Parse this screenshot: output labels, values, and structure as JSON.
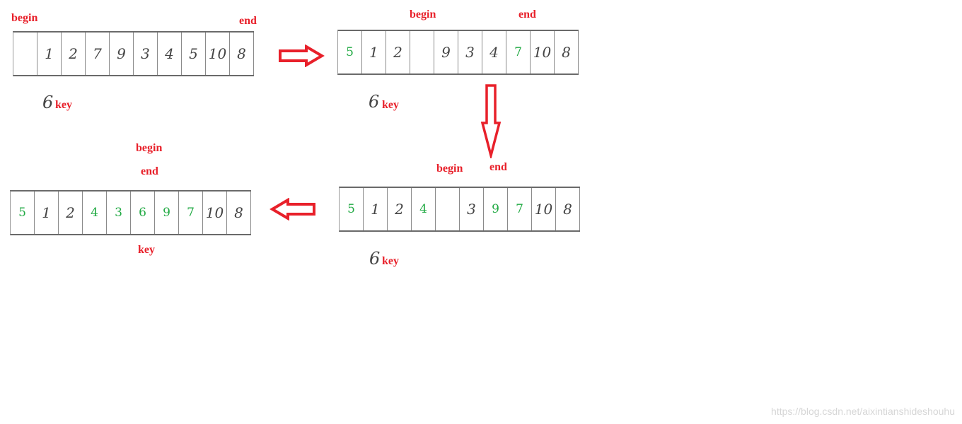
{
  "accent_color": "#e8202a",
  "moved_color": "#22aa44",
  "steps": [
    {
      "cells": [
        {
          "v": "",
          "moved": false
        },
        {
          "v": "1",
          "moved": false
        },
        {
          "v": "2",
          "moved": false
        },
        {
          "v": "7",
          "moved": false
        },
        {
          "v": "9",
          "moved": false
        },
        {
          "v": "3",
          "moved": false
        },
        {
          "v": "4",
          "moved": false
        },
        {
          "v": "5",
          "moved": false
        },
        {
          "v": "10",
          "moved": false
        },
        {
          "v": "8",
          "moved": false
        }
      ],
      "begin_label": "begin",
      "end_label": "end",
      "key_value": "6",
      "key_label": "key"
    },
    {
      "cells": [
        {
          "v": "5",
          "moved": true
        },
        {
          "v": "1",
          "moved": false
        },
        {
          "v": "2",
          "moved": false
        },
        {
          "v": "",
          "moved": false
        },
        {
          "v": "9",
          "moved": false
        },
        {
          "v": "3",
          "moved": false
        },
        {
          "v": "4",
          "moved": false
        },
        {
          "v": "7",
          "moved": true
        },
        {
          "v": "10",
          "moved": false
        },
        {
          "v": "8",
          "moved": false
        }
      ],
      "begin_label": "begin",
      "end_label": "end",
      "key_value": "6",
      "key_label": "key"
    },
    {
      "cells": [
        {
          "v": "5",
          "moved": true
        },
        {
          "v": "1",
          "moved": false
        },
        {
          "v": "2",
          "moved": false
        },
        {
          "v": "4",
          "moved": true
        },
        {
          "v": "",
          "moved": false
        },
        {
          "v": "3",
          "moved": false
        },
        {
          "v": "9",
          "moved": true
        },
        {
          "v": "7",
          "moved": true
        },
        {
          "v": "10",
          "moved": false
        },
        {
          "v": "8",
          "moved": false
        }
      ],
      "begin_label": "begin",
      "end_label": "end",
      "key_value": "6",
      "key_label": "key"
    },
    {
      "cells": [
        {
          "v": "5",
          "moved": true
        },
        {
          "v": "1",
          "moved": false
        },
        {
          "v": "2",
          "moved": false
        },
        {
          "v": "4",
          "moved": true
        },
        {
          "v": "3",
          "moved": true
        },
        {
          "v": "6",
          "moved": true
        },
        {
          "v": "9",
          "moved": true
        },
        {
          "v": "7",
          "moved": true
        },
        {
          "v": "10",
          "moved": false
        },
        {
          "v": "8",
          "moved": false
        }
      ],
      "begin_label": "begin",
      "end_label": "end",
      "key_label": "key"
    }
  ],
  "watermark": "https://blog.csdn.net/aixintianshideshouhu"
}
